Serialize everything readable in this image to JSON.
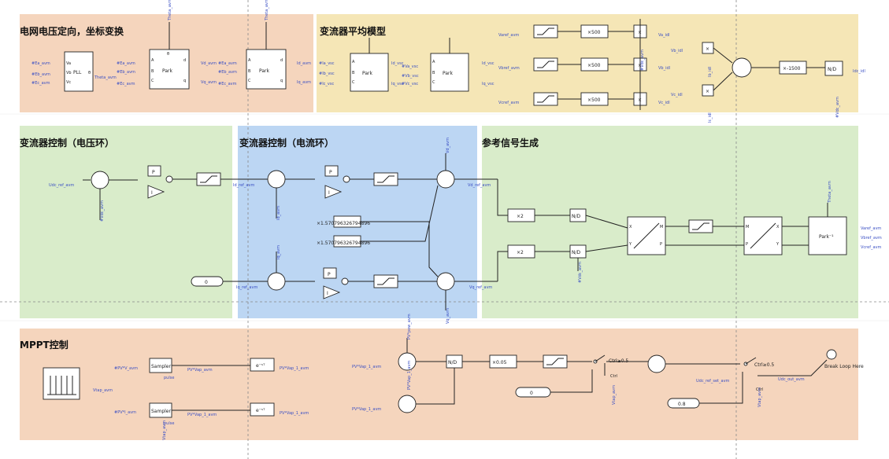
{
  "regions": [
    {
      "id": "grid",
      "title": "电网电压定向，坐标变换",
      "color": "#f5d5bd"
    },
    {
      "id": "avg",
      "title": "变流器平均模型",
      "color": "#f5e6b6"
    },
    {
      "id": "vctrl",
      "title": "变流器控制（电压环）",
      "color": "#d9ecca"
    },
    {
      "id": "ictrl",
      "title": "变流器控制（电流环）",
      "color": "#bcd6f3"
    },
    {
      "id": "ref",
      "title": "参考信号生成",
      "color": "#d9ecca"
    },
    {
      "id": "mppt",
      "title": "MPPT控制",
      "color": "#f5d5bd"
    }
  ],
  "blocks": {
    "pll": "PLL",
    "park": "Park",
    "park_inv": "Park⁻¹",
    "gain500": "×500",
    "gain_neg1500": "×-1500",
    "div": "N/D",
    "times2": "×2",
    "gain005": "×0.05",
    "gain_pi": "×1.570796326794896",
    "p": "P",
    "i": "I",
    "sampler": "Sampler",
    "delay": "e⁻ˢᵀ",
    "const0": "0",
    "const08": "0.8",
    "x": "×",
    "break_loop": "Break\nLoop Here",
    "ctrl": "Ctrl",
    "ctrl_thr": "Ctrl≥0.5",
    "pulse": "pulse"
  },
  "pins": {
    "A": "A",
    "B": "B",
    "C": "C",
    "d": "d",
    "q": "q",
    "theta": "θ",
    "va": "Va",
    "vb": "Vb",
    "vc": "Vc",
    "X": "X",
    "Y": "Y",
    "M": "M",
    "P": "P",
    "N": "N",
    "D": "D"
  },
  "signals": {
    "ea": "#Ea_avm",
    "eb": "#Eb_avm",
    "ec": "#Ec_avm",
    "theta": "Theta_avm",
    "vd": "Vd_avm",
    "vq": "Vq_avm",
    "id": "Id_avm",
    "iq": "Iq_avm",
    "iavsc": "#Ia_vsc",
    "ibvsc": "#Ib_vsc",
    "icvsc": "#Ic_vsc",
    "idvsc": "Id_vsc",
    "iqvsc": "Iq_vsc",
    "vavsc": "#Va_vsc",
    "vbvsc": "#Vb_vsc",
    "vcvsc": "#Vc_vsc",
    "varef": "Varef_avm",
    "vbref": "Vbref_avm",
    "vcref": "Vcref_avm",
    "vaidl": "Va_idl",
    "vbidl": "Vb_idl",
    "vcidl": "Vc_idl",
    "iaidl": "Ia_idl",
    "ibidl": "Ib_idl",
    "icidl": "Ic_idl",
    "vdcavm": "#Vdc_avm",
    "idcidl": "Idc_idl",
    "udcref": "Udc_ref_avm",
    "idref": "Id_ref_avm",
    "iqref": "Iq_ref_avm",
    "vdref": "Vd_ref_avm",
    "vqref": "Vq_ref_avm",
    "pvv": "#PV*V_avm",
    "pvi": "#PV*I_avm",
    "pvpow": "PV*pow_avm",
    "pvvap1": "PV*Vap_1_avm",
    "pvvap": "PV*Vap_avm",
    "pvvpl": "PV*Vap_1_avm",
    "udcout": "Udc_out_avm",
    "vtap": "Vtap_avm",
    "udcrefmppt": "Udc_ref_set_avm"
  },
  "colors": {
    "wire": "#222222",
    "signal_label": "#3a4fc4",
    "divider": "#888888"
  }
}
